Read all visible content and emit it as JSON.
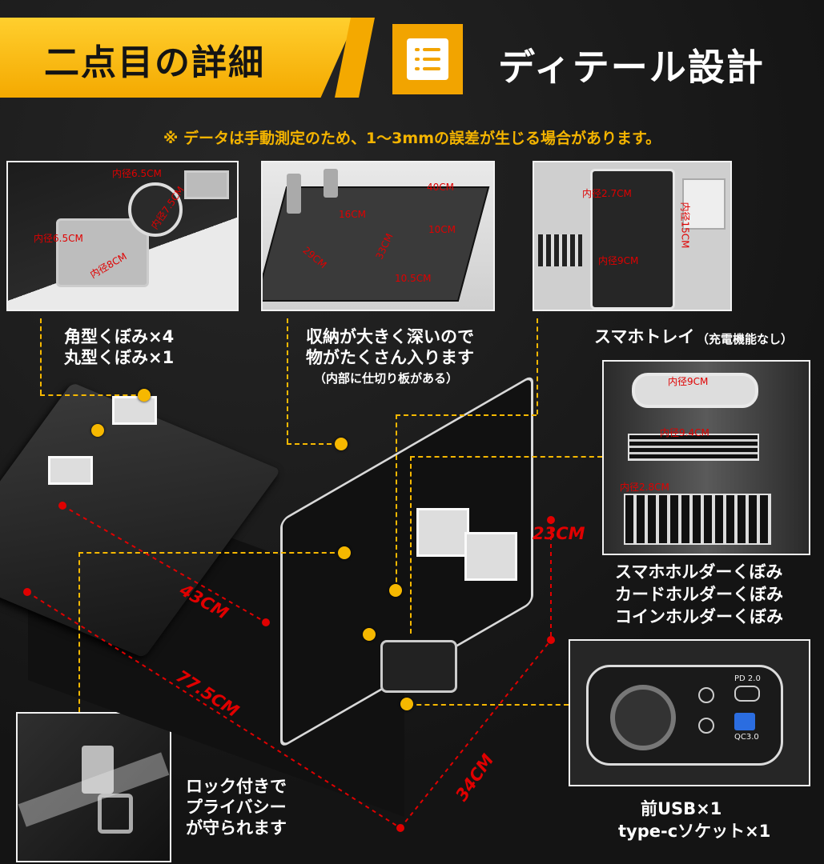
{
  "header": {
    "title": "二点目の詳細",
    "subtitle": "ディテール設計",
    "icon": "list-icon",
    "note": "※ データは手動測定のため、1〜3mmの誤差が生じる場合があります。"
  },
  "colors": {
    "accent": "#f4b400",
    "dimension": "#e00000",
    "background": "#1a1a1a"
  },
  "photos": {
    "cup_holders": {
      "labels": [
        "内径6.5CM",
        "内径7.5CM",
        "内径6.5CM",
        "内径8CM"
      ]
    },
    "storage": {
      "labels": [
        "40CM",
        "16CM",
        "10CM",
        "29CM",
        "33CM",
        "10.5CM"
      ]
    },
    "phone_tray": {
      "labels": [
        "内径2.7CM",
        "内径15CM",
        "内径9CM"
      ]
    },
    "holders": {
      "labels": [
        "内径9CM",
        "内径9.4CM",
        "内径2.8CM"
      ]
    },
    "usb": {
      "labels": [
        "PD 2.0",
        "QC3.0"
      ]
    }
  },
  "captions": {
    "cups_1": "角型くぼみ×4",
    "cups_2": "丸型くぼみ×1",
    "storage_1": "収納が大きく深いので",
    "storage_2": "物がたくさん入ります",
    "storage_3": "（内部に仕切り板がある）",
    "tray_1": "スマホトレイ",
    "tray_2": "（充電機能なし）",
    "holders_1": "スマホホルダーくぼみ",
    "holders_2": "カードホルダーくぼみ",
    "holders_3": "コインホルダーくぼみ",
    "usb_1": "前USB×1",
    "usb_2": "type-cソケット×1",
    "lock_1": "ロック付きで",
    "lock_2": "プライバシー",
    "lock_3": "が守られます"
  },
  "dimensions": {
    "height": "23CM",
    "lid": "43CM",
    "length": "77.5CM",
    "width": "34CM"
  }
}
